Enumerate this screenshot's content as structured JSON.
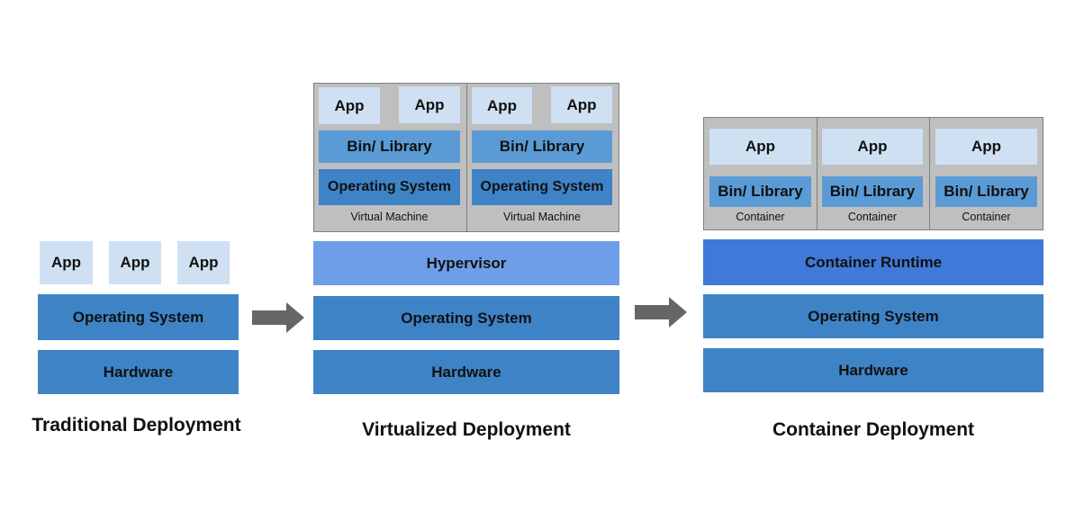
{
  "colors": {
    "app": "#cfe0f3",
    "bin_library": "#5b9bd5",
    "operating_system": "#3f83c7",
    "hardware": "#3f83c7",
    "hypervisor": "#6f9ee8",
    "container_runtime": "#3f7ad8",
    "frame": "#bfbfbf",
    "arrow": "#666666"
  },
  "traditional": {
    "title": "Traditional Deployment",
    "apps": [
      "App",
      "App",
      "App"
    ],
    "os": "Operating System",
    "hardware": "Hardware"
  },
  "virtualized": {
    "title": "Virtualized Deployment",
    "vms": [
      {
        "apps": [
          "App",
          "App"
        ],
        "bin": "Bin/ Library",
        "os": "Operating System",
        "label": "Virtual Machine"
      },
      {
        "apps": [
          "App",
          "App"
        ],
        "bin": "Bin/ Library",
        "os": "Operating System",
        "label": "Virtual Machine"
      }
    ],
    "hypervisor": "Hypervisor",
    "os": "Operating System",
    "hardware": "Hardware"
  },
  "container": {
    "title": "Container Deployment",
    "containers": [
      {
        "app": "App",
        "bin": "Bin/ Library",
        "label": "Container"
      },
      {
        "app": "App",
        "bin": "Bin/ Library",
        "label": "Container"
      },
      {
        "app": "App",
        "bin": "Bin/ Library",
        "label": "Container"
      }
    ],
    "runtime": "Container Runtime",
    "os": "Operating System",
    "hardware": "Hardware"
  }
}
